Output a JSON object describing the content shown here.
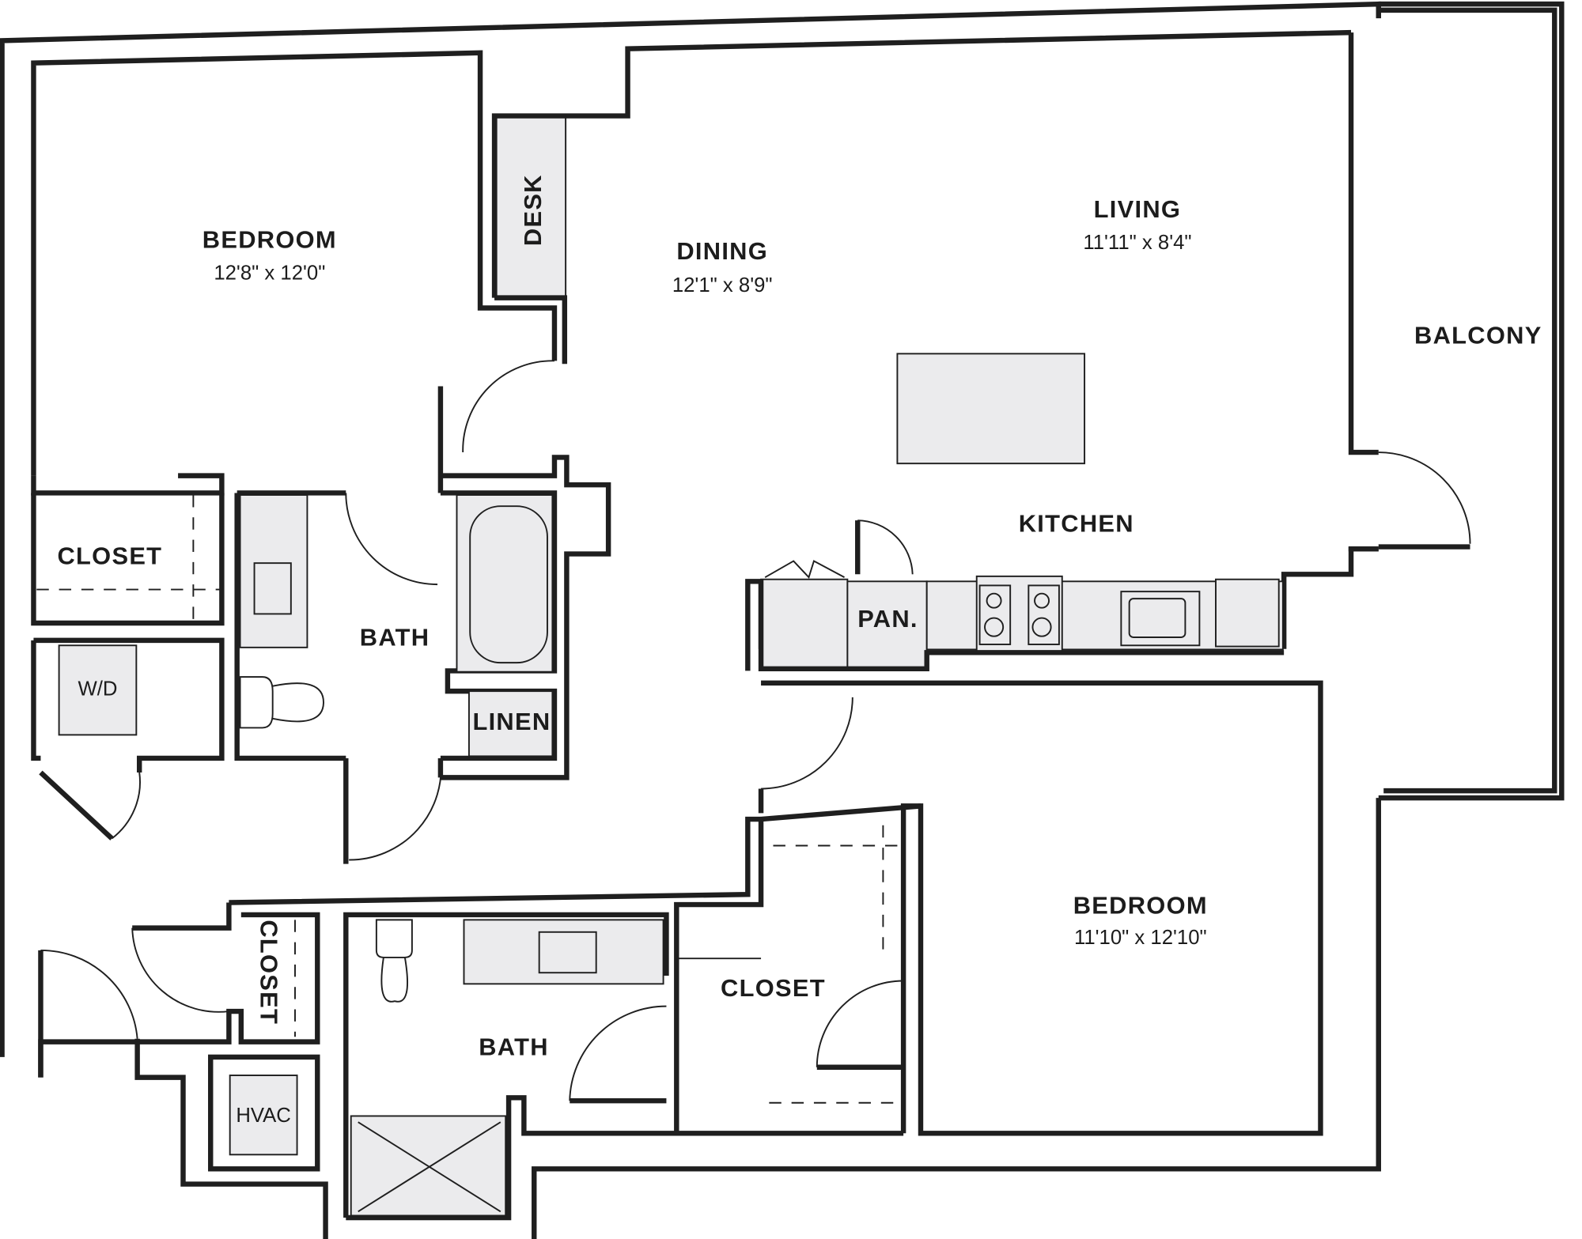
{
  "plan": {
    "colors": {
      "wall": "#1f1f1f",
      "fixture_fill": "#ebebed",
      "background": "#ffffff"
    },
    "rooms": {
      "bedroom1": {
        "name": "BEDROOM",
        "dims": "12'8\" x 12'0\""
      },
      "dining": {
        "name": "DINING",
        "dims": "12'1\" x 8'9\""
      },
      "living": {
        "name": "LIVING",
        "dims": "11'11\" x 8'4\""
      },
      "balcony": {
        "name": "BALCONY"
      },
      "kitchen": {
        "name": "KITCHEN"
      },
      "pantry": {
        "name": "PAN."
      },
      "desk": {
        "name": "DESK"
      },
      "closet1": {
        "name": "CLOSET"
      },
      "wd": {
        "name": "W/D"
      },
      "bath1": {
        "name": "BATH"
      },
      "linen": {
        "name": "LINEN"
      },
      "bedroom2": {
        "name": "BEDROOM",
        "dims": "11'10\" x 12'10\""
      },
      "closet2": {
        "name": "CLOSET"
      },
      "closet3": {
        "name": "CLOSET"
      },
      "bath2": {
        "name": "BATH"
      },
      "hvac": {
        "name": "HVAC"
      }
    }
  }
}
